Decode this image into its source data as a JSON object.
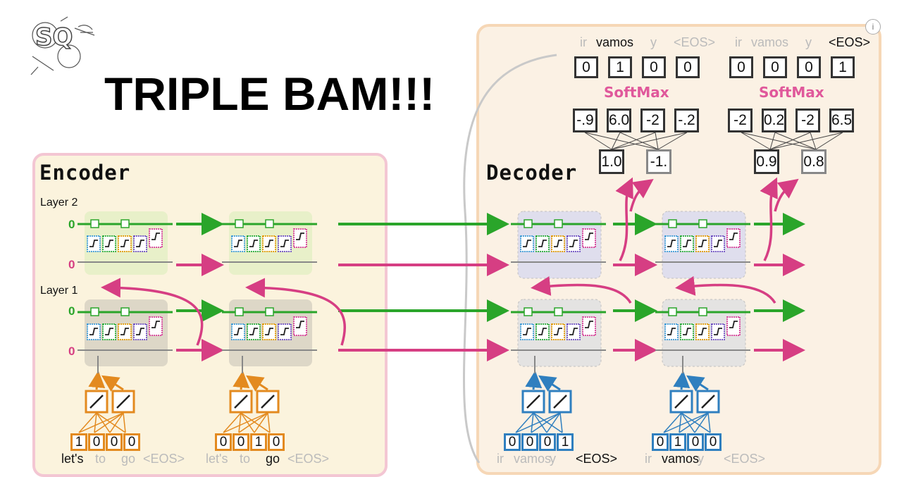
{
  "title": "TRIPLE BAM!!!",
  "logo_text": "SQ",
  "info_icon": "i",
  "encoder": {
    "label": "Encoder",
    "layer2_label": "Layer 2",
    "layer1_label": "Layer 1",
    "zero_green": "0",
    "zero_pink": "0",
    "inputs": [
      {
        "values": [
          "1",
          "0",
          "0",
          "0"
        ],
        "words": [
          "let's",
          "to",
          "go",
          "<EOS>"
        ],
        "active_word": 0
      },
      {
        "values": [
          "0",
          "0",
          "1",
          "0"
        ],
        "words": [
          "let's",
          "to",
          "go",
          "<EOS>"
        ],
        "active_word": 2
      }
    ]
  },
  "decoder": {
    "label": "Decoder",
    "inputs": [
      {
        "values": [
          "0",
          "0",
          "0",
          "1"
        ],
        "words": [
          "ir",
          "vamos",
          "y",
          "<EOS>"
        ],
        "active_word": 3
      },
      {
        "values": [
          "0",
          "1",
          "0",
          "0"
        ],
        "words": [
          "ir",
          "vamos",
          "y",
          "<EOS>"
        ],
        "active_word": 1
      }
    ],
    "outputs": [
      {
        "words": [
          "ir",
          "vamos",
          "y",
          "<EOS>"
        ],
        "active_word": 1,
        "onehot": [
          "0",
          "1",
          "0",
          "0"
        ],
        "softmax_label": "SoftMax",
        "logits": [
          "-.9",
          "6.0",
          "-2",
          "-.2"
        ],
        "fc": [
          "1.0",
          "-1."
        ]
      },
      {
        "words": [
          "ir",
          "vamos",
          "y",
          "<EOS>"
        ],
        "active_word": 3,
        "onehot": [
          "0",
          "0",
          "0",
          "1"
        ],
        "softmax_label": "SoftMax",
        "logits": [
          "-2",
          "0.2",
          "-2",
          "6.5"
        ],
        "fc": [
          "0.9",
          "0.8"
        ]
      }
    ]
  },
  "colors": {
    "green": "#2aa52a",
    "pink": "#d63e83",
    "orange": "#e38a1f",
    "blue": "#2f7fbf",
    "softmax": "#e0589b",
    "encoder_panel": "#fbf3dd",
    "decoder_panel": "#fbf1e4"
  }
}
